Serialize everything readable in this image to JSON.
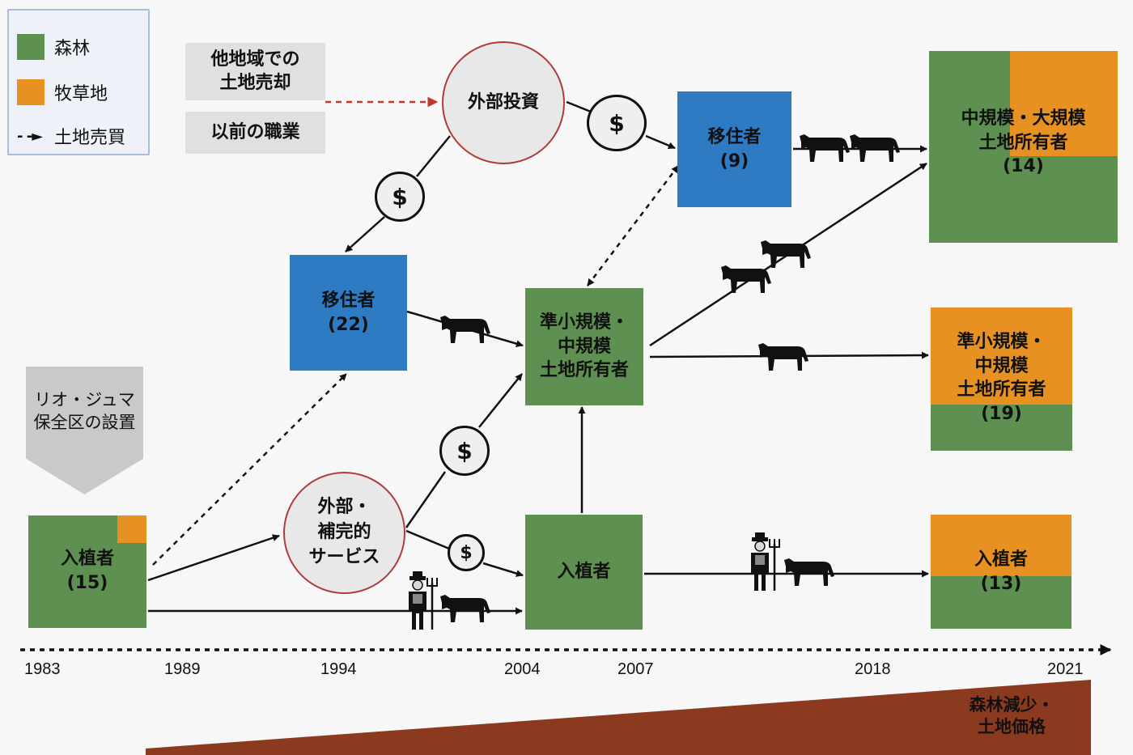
{
  "legend": {
    "forest": "森林",
    "pasture": "牧草地",
    "land_trade": "土地売買"
  },
  "colors": {
    "forest": "#5e9151",
    "pasture": "#e69122",
    "migrant": "#2f7bc3",
    "gray_box": "#e0e0e0",
    "trend": "#8c3a1f",
    "circle_border": "#b13a3a"
  },
  "notes": {
    "land_sale_elsewhere": "他地域での\n土地売却",
    "previous_occupation": "以前の職業",
    "reserve_creation": "リオ・ジュマ\n保全区の設置"
  },
  "nodes": {
    "settlers_1983": {
      "label": "入植者\n(15)"
    },
    "migrants_22": {
      "label": "移住者\n(22)"
    },
    "external_services": {
      "label": "外部・\n補完的\nサービス"
    },
    "external_investment": {
      "label": "外部投資"
    },
    "small_medium_owners": {
      "label": "準小規模・\n中規模\n土地所有者"
    },
    "settlers_2004": {
      "label": "入植者"
    },
    "migrants_9": {
      "label": "移住者\n(9)"
    },
    "medium_large_2021": {
      "label": "中規模・大規模\n土地所有者\n(14)"
    },
    "small_medium_2021": {
      "label": "準小規模・\n中規模\n土地所有者\n(19)"
    },
    "settlers_2021": {
      "label": "入植者\n(13)"
    }
  },
  "money_symbol": "$",
  "icons": [
    "cattle-icon",
    "farmer-icon",
    "dollar-coin-icon"
  ],
  "timeline": {
    "years": [
      "1983",
      "1989",
      "1994",
      "2004",
      "2007",
      "2018",
      "2021"
    ]
  },
  "trend_label": "森林減少・\n土地価格"
}
